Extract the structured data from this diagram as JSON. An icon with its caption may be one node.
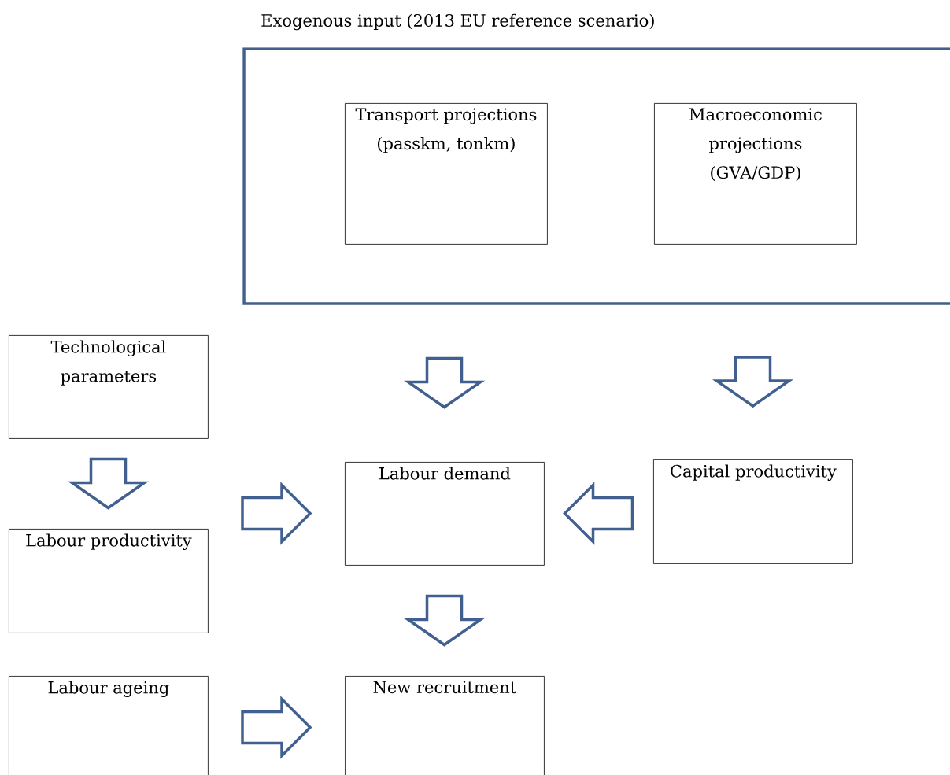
{
  "diagram": {
    "nodes": [
      {
        "text": [
          "Exogenous input (2013 EU reference scenario)"
        ]
      },
      {
        "text": [
          "Transport projections (passkm, tonkm)"
        ],
        "in": 0
      },
      {
        "text": [
          "Macroeconomic projections (GVA/GDP)"
        ],
        "in": 0
      },
      {
        "text": [
          "Technological parameters"
        ]
      },
      {
        "text": [
          "Labour productivity"
        ]
      },
      {
        "text": [
          "Labour ageing"
        ]
      },
      {
        "text": [
          "Labour demand"
        ]
      },
      {
        "text": [
          "Capital productivity"
        ]
      },
      {
        "text": [
          "New recruitment"
        ]
      }
    ],
    "edges": [
      {
        "from": 0,
        "to": 6,
        "arrow": "to"
      },
      {
        "from": 0,
        "to": 7,
        "arrow": "to"
      },
      {
        "from": 3,
        "to": 4,
        "arrow": "to"
      },
      {
        "from": 4,
        "to": 6,
        "arrow": "to"
      },
      {
        "from": 7,
        "to": 6,
        "arrow": "to"
      },
      {
        "from": 6,
        "to": 8,
        "arrow": "to"
      },
      {
        "from": 5,
        "to": 8,
        "arrow": "to"
      }
    ]
  }
}
